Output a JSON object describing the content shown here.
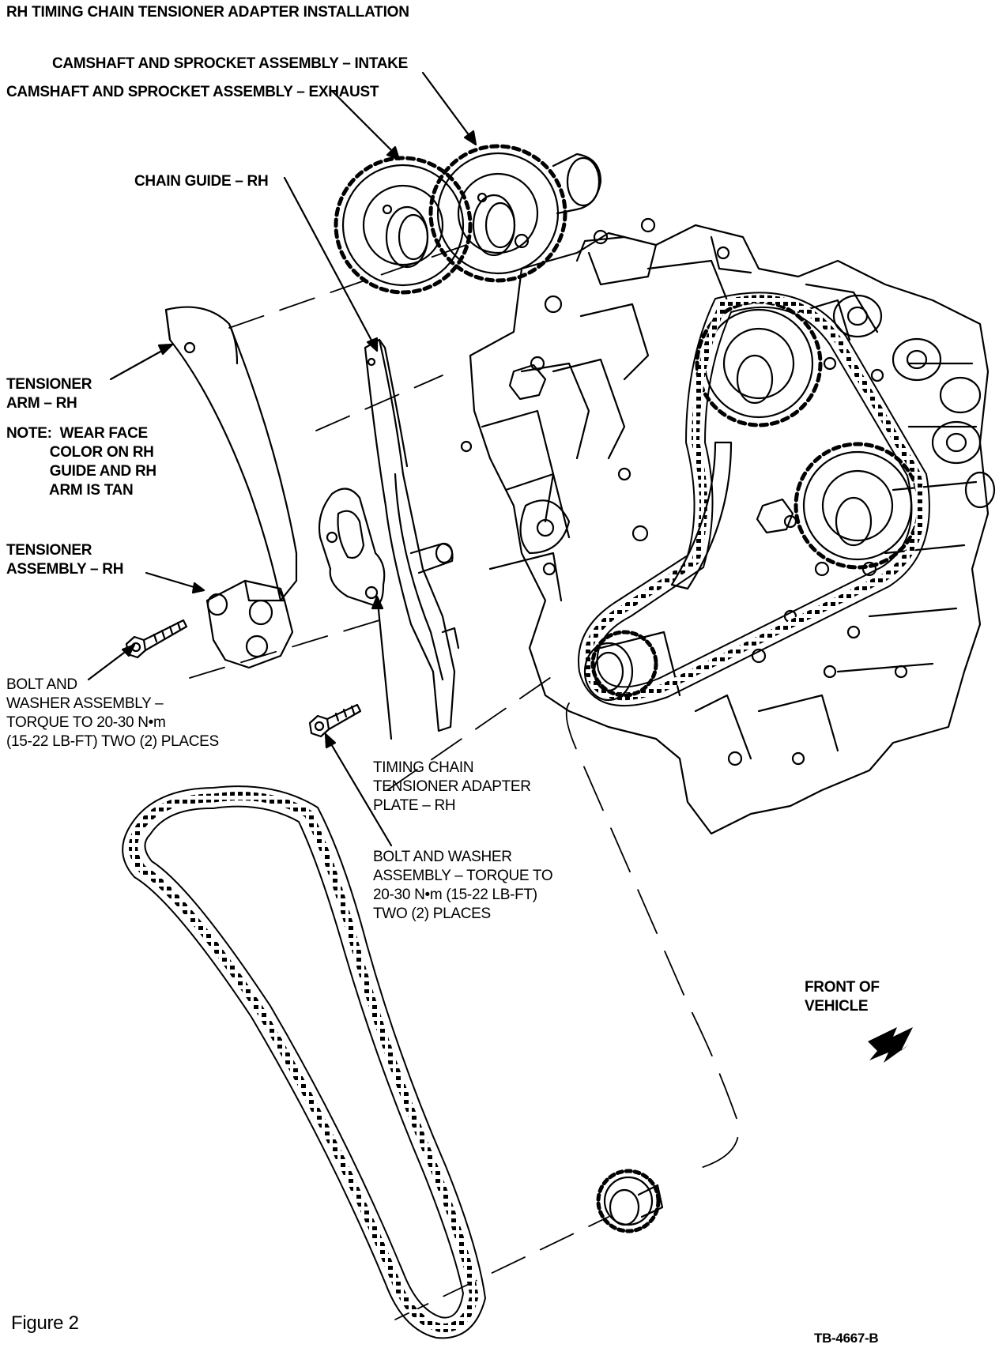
{
  "title": "RH TIMING CHAIN TENSIONER ADAPTER INSTALLATION",
  "labels": {
    "camshaft_intake": "CAMSHAFT AND SPROCKET ASSEMBLY – INTAKE",
    "camshaft_exhaust": "CAMSHAFT AND SPROCKET ASSEMBLY – EXHAUST",
    "chain_guide": "CHAIN GUIDE – RH",
    "tensioner_arm": "TENSIONER\nARM – RH",
    "note": "NOTE:  WEAR FACE\n           COLOR ON RH\n           GUIDE AND RH\n           ARM IS TAN",
    "tensioner_assembly": "TENSIONER\nASSEMBLY – RH",
    "bolt_washer_left": "BOLT AND\nWASHER ASSEMBLY –\nTORQUE TO 20-30 N•m\n(15-22 LB-FT) TWO (2) PLACES",
    "adapter_plate": "TIMING CHAIN\nTENSIONER ADAPTER\nPLATE – RH",
    "bolt_washer_center": "BOLT AND WASHER\nASSEMBLY – TORQUE TO\n20-30 N•m (15-22 LB-FT)\nTWO (2) PLACES",
    "front_of_vehicle": "FRONT OF\nVEHICLE"
  },
  "figure_label": "Figure 2",
  "figure_code": "TB-4667-B"
}
